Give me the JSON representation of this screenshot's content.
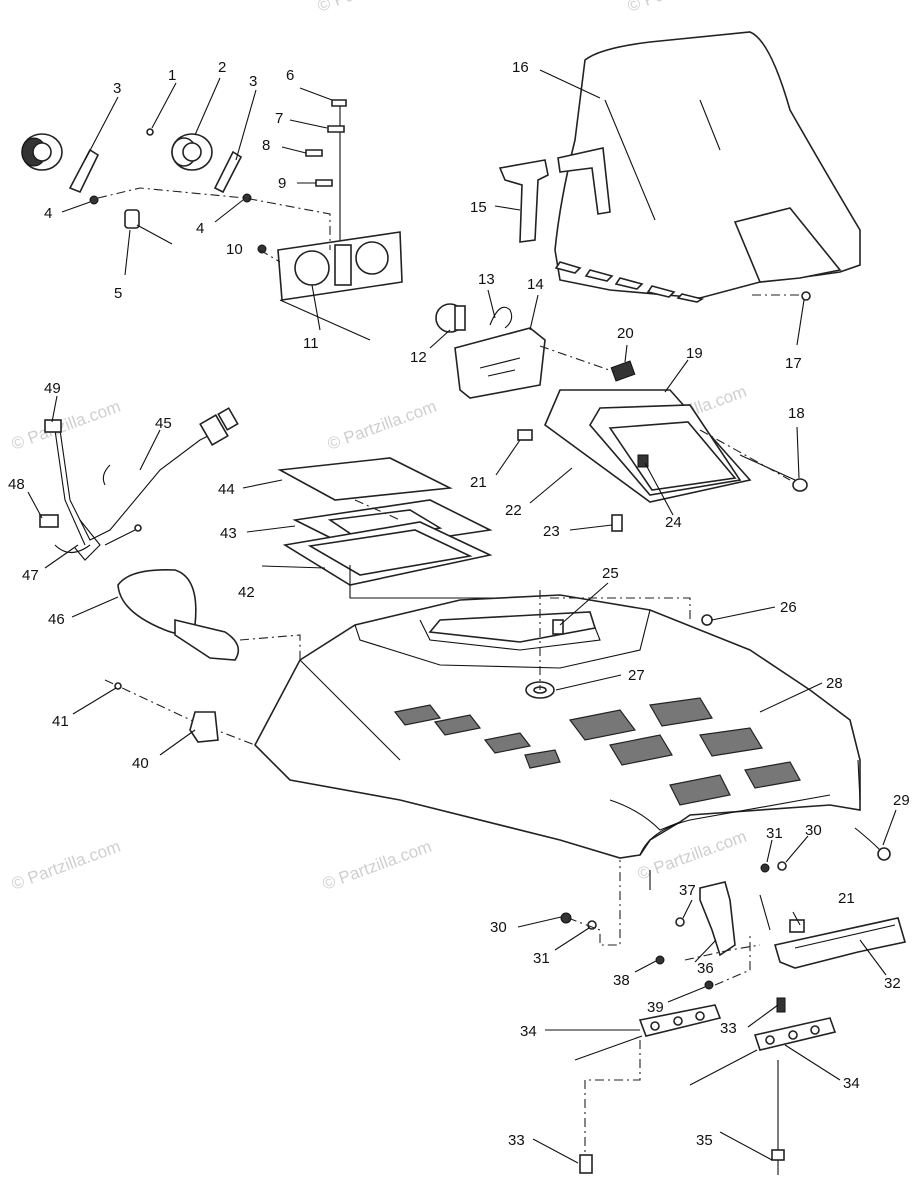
{
  "watermark": {
    "text": "© Partzilla.com",
    "count": 8
  },
  "callouts": [
    {
      "id": "c1",
      "label": "1"
    },
    {
      "id": "c2",
      "label": "2"
    },
    {
      "id": "c3a",
      "label": "3"
    },
    {
      "id": "c3b",
      "label": "3"
    },
    {
      "id": "c4a",
      "label": "4"
    },
    {
      "id": "c4b",
      "label": "4"
    },
    {
      "id": "c5",
      "label": "5"
    },
    {
      "id": "c6",
      "label": "6"
    },
    {
      "id": "c7",
      "label": "7"
    },
    {
      "id": "c8",
      "label": "8"
    },
    {
      "id": "c9",
      "label": "9"
    },
    {
      "id": "c10",
      "label": "10"
    },
    {
      "id": "c11",
      "label": "11"
    },
    {
      "id": "c12",
      "label": "12"
    },
    {
      "id": "c13",
      "label": "13"
    },
    {
      "id": "c14",
      "label": "14"
    },
    {
      "id": "c15",
      "label": "15"
    },
    {
      "id": "c16",
      "label": "16"
    },
    {
      "id": "c17",
      "label": "17"
    },
    {
      "id": "c18",
      "label": "18"
    },
    {
      "id": "c19",
      "label": "19"
    },
    {
      "id": "c20",
      "label": "20"
    },
    {
      "id": "c21a",
      "label": "21"
    },
    {
      "id": "c21b",
      "label": "21"
    },
    {
      "id": "c22",
      "label": "22"
    },
    {
      "id": "c23",
      "label": "23"
    },
    {
      "id": "c24",
      "label": "24"
    },
    {
      "id": "c25",
      "label": "25"
    },
    {
      "id": "c26",
      "label": "26"
    },
    {
      "id": "c27",
      "label": "27"
    },
    {
      "id": "c28",
      "label": "28"
    },
    {
      "id": "c29",
      "label": "29"
    },
    {
      "id": "c30a",
      "label": "30"
    },
    {
      "id": "c30b",
      "label": "30"
    },
    {
      "id": "c31a",
      "label": "31"
    },
    {
      "id": "c31b",
      "label": "31"
    },
    {
      "id": "c32",
      "label": "32"
    },
    {
      "id": "c33a",
      "label": "33"
    },
    {
      "id": "c33b",
      "label": "33"
    },
    {
      "id": "c34a",
      "label": "34"
    },
    {
      "id": "c34b",
      "label": "34"
    },
    {
      "id": "c35",
      "label": "35"
    },
    {
      "id": "c36",
      "label": "36"
    },
    {
      "id": "c37",
      "label": "37"
    },
    {
      "id": "c38",
      "label": "38"
    },
    {
      "id": "c39",
      "label": "39"
    },
    {
      "id": "c40",
      "label": "40"
    },
    {
      "id": "c41",
      "label": "41"
    },
    {
      "id": "c42",
      "label": "42"
    },
    {
      "id": "c43",
      "label": "43"
    },
    {
      "id": "c44",
      "label": "44"
    },
    {
      "id": "c45",
      "label": "45"
    },
    {
      "id": "c46",
      "label": "46"
    },
    {
      "id": "c47",
      "label": "47"
    },
    {
      "id": "c48",
      "label": "48"
    },
    {
      "id": "c49",
      "label": "49"
    }
  ]
}
